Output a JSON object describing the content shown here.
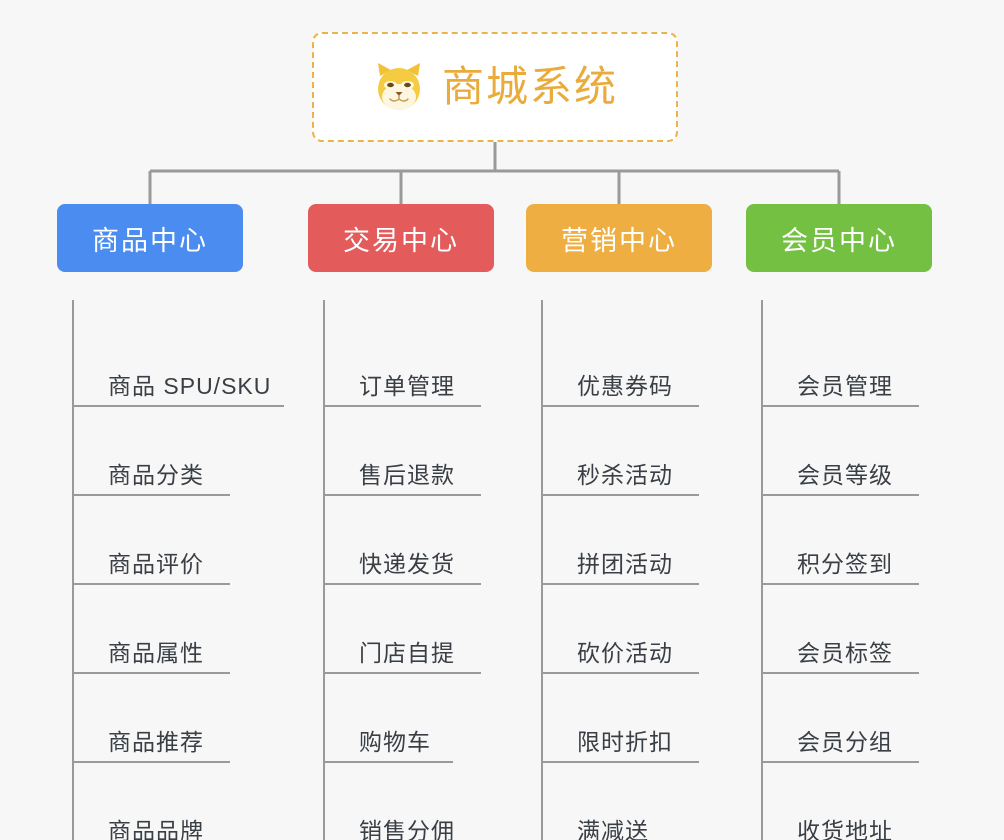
{
  "page": {
    "background_color": "#f7f7f7",
    "line_color": "#9a9a9a"
  },
  "root": {
    "title": "商城系统",
    "icon": "shiba-dog-face-icon",
    "border_color": "#edb24a",
    "text_color": "#e9ab3c",
    "background_color": "#ffffff"
  },
  "columns": [
    {
      "label": "商品中心",
      "color": "#4a8cf0",
      "items": [
        {
          "label": "商品 SPU/SKU",
          "width": "wide"
        },
        {
          "label": "商品分类",
          "width": "normal"
        },
        {
          "label": "商品评价",
          "width": "normal"
        },
        {
          "label": "商品属性",
          "width": "normal"
        },
        {
          "label": "商品推荐",
          "width": "normal"
        },
        {
          "label": "商品品牌",
          "width": "normal"
        }
      ]
    },
    {
      "label": "交易中心",
      "color": "#e45b5b",
      "items": [
        {
          "label": "订单管理",
          "width": "normal"
        },
        {
          "label": "售后退款",
          "width": "normal"
        },
        {
          "label": "快递发货",
          "width": "normal"
        },
        {
          "label": "门店自提",
          "width": "normal"
        },
        {
          "label": "购物车",
          "width": "narrow"
        },
        {
          "label": "销售分佣",
          "width": "normal"
        }
      ]
    },
    {
      "label": "营销中心",
      "color": "#eeae41",
      "items": [
        {
          "label": "优惠券码",
          "width": "normal"
        },
        {
          "label": "秒杀活动",
          "width": "normal"
        },
        {
          "label": "拼团活动",
          "width": "normal"
        },
        {
          "label": "砍价活动",
          "width": "normal"
        },
        {
          "label": "限时折扣",
          "width": "normal"
        },
        {
          "label": "满减送",
          "width": "narrow"
        }
      ]
    },
    {
      "label": "会员中心",
      "color": "#74c043",
      "items": [
        {
          "label": "会员管理",
          "width": "normal"
        },
        {
          "label": "会员等级",
          "width": "normal"
        },
        {
          "label": "积分签到",
          "width": "normal"
        },
        {
          "label": "会员标签",
          "width": "normal"
        },
        {
          "label": "会员分组",
          "width": "normal"
        },
        {
          "label": "收货地址",
          "width": "normal"
        }
      ]
    }
  ]
}
